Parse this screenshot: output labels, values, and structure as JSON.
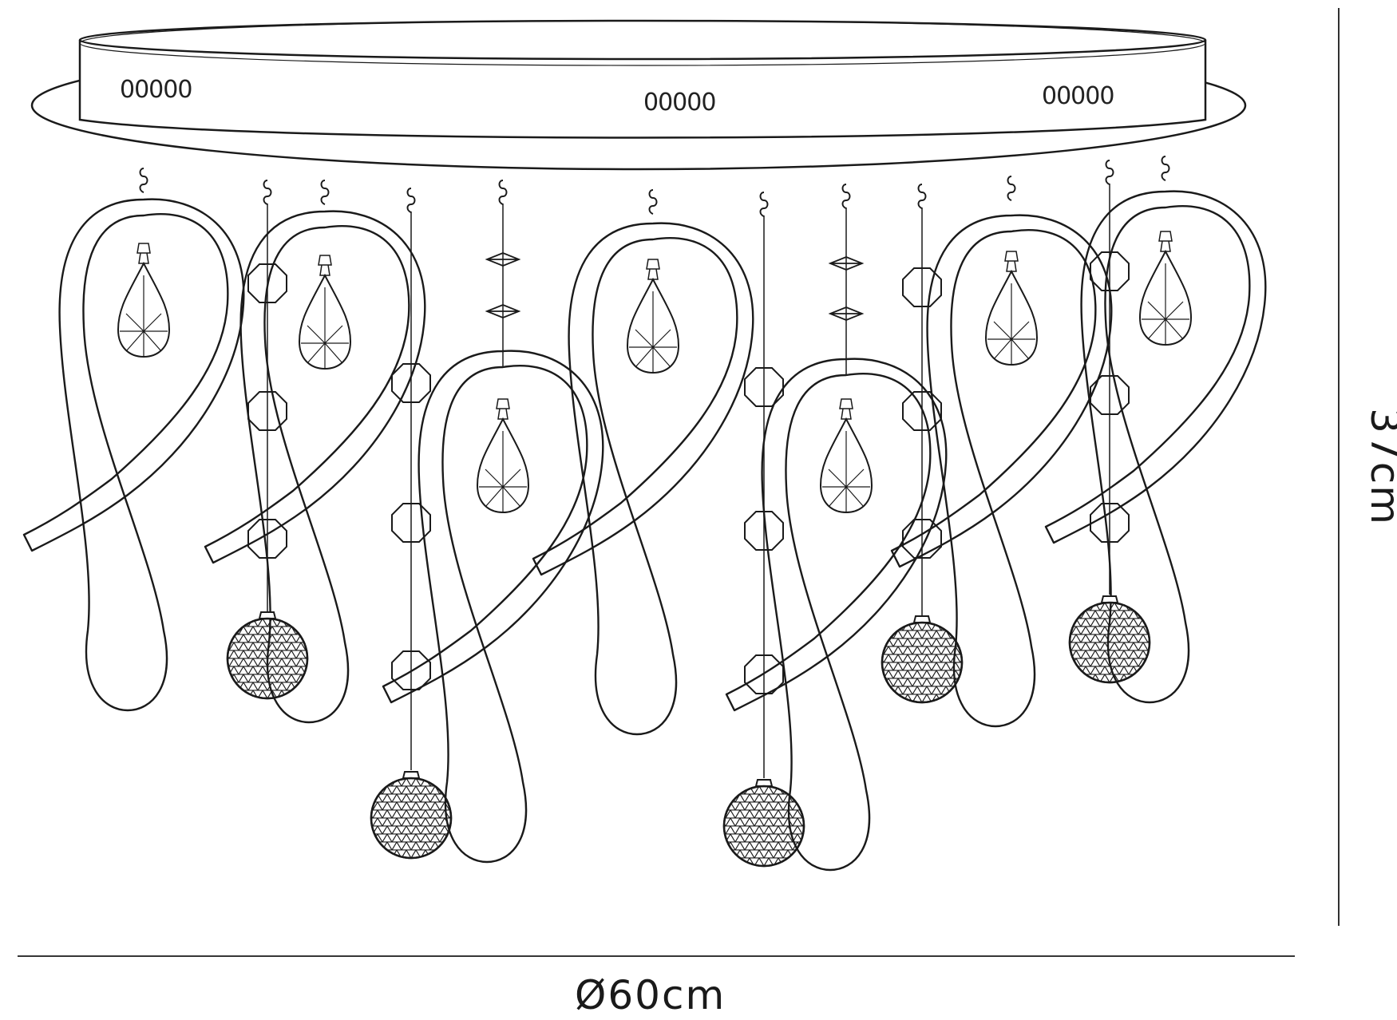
{
  "dimensions": {
    "width_label": "Ø60cm",
    "height_label": "37cm"
  },
  "base_markings": [
    "00000",
    "00000",
    "00000"
  ],
  "colors": {
    "line": "#1a1a1a",
    "background": "#ffffff"
  }
}
